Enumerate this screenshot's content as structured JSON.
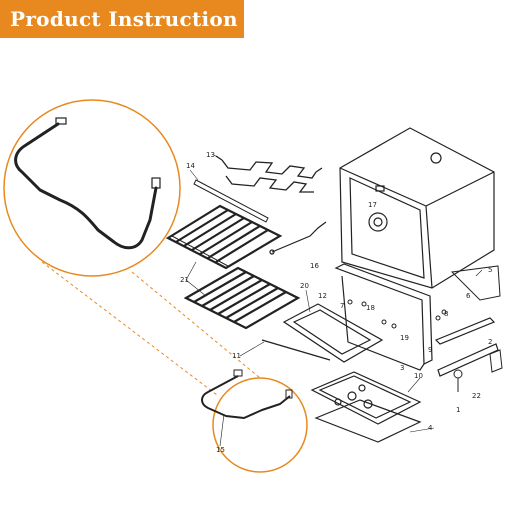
{
  "banner": {
    "title": "Product Instruction"
  },
  "colors": {
    "accent": "#e8891f",
    "line": "#222222"
  },
  "labels": {
    "l1": "1",
    "l2": "2",
    "l3": "3",
    "l4": "4",
    "l5": "5",
    "l6": "6",
    "l7": "7",
    "l8": "8",
    "l9": "9",
    "l10": "10",
    "l11": "11",
    "l12": "12",
    "l13": "13",
    "l14": "14",
    "l15": "15",
    "l16": "16",
    "l17": "17",
    "l18": "18",
    "l19": "19",
    "l20": "20",
    "l21": "21",
    "l22": "22"
  }
}
